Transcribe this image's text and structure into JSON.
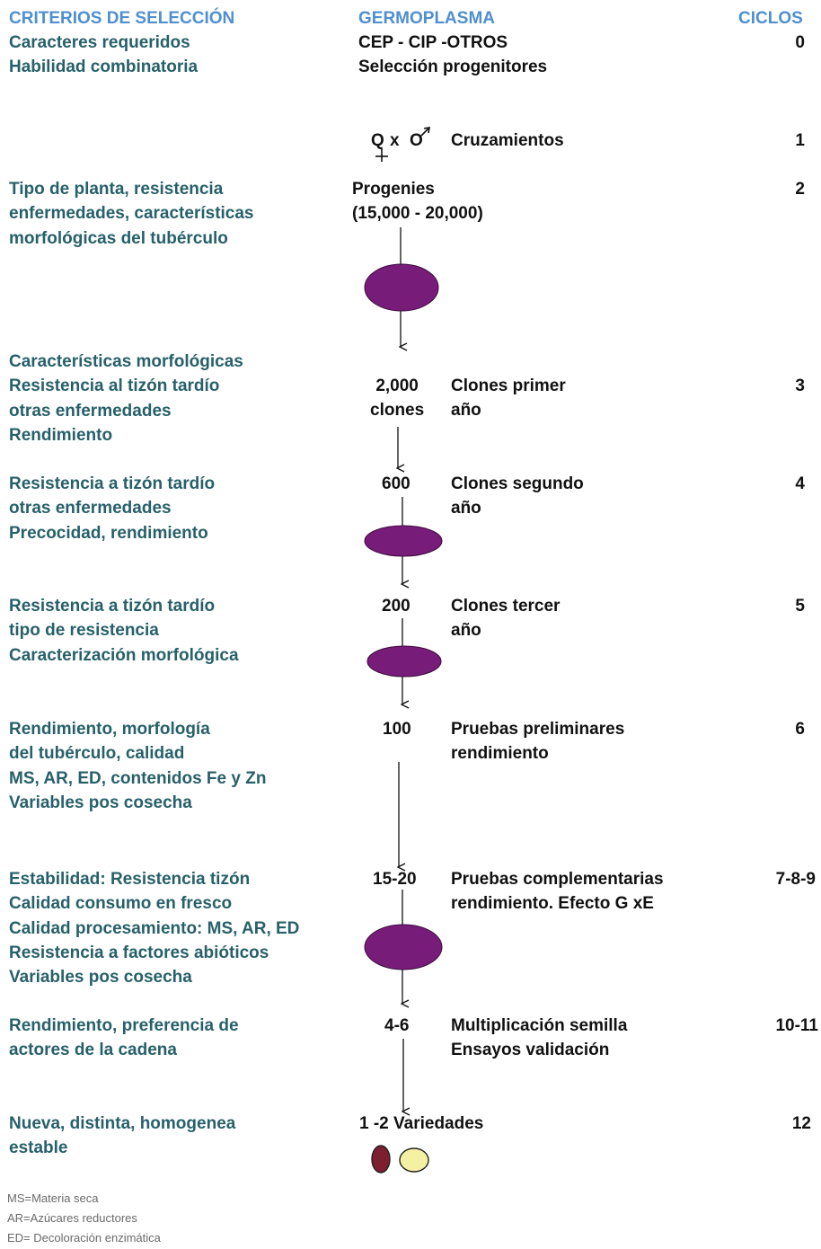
{
  "headers": {
    "criteria": "CRITERIOS DE SELECCIÓN",
    "germplasm": "GERMOPLASMA",
    "cycles": "CICLOS"
  },
  "colors": {
    "header_blue": "#4f8fcf",
    "criteria_teal": "#27606a",
    "ellipse_purple": "#781c7a",
    "text_black": "#111111",
    "variety_red": "#7e1f2f",
    "variety_yellow": "#f5f1a3"
  },
  "top": {
    "criteria": [
      "Caracteres requeridos",
      "Habilidad combinatoria"
    ],
    "germplasm": [
      "CEP - CIP -OTROS",
      "Selección progenitores"
    ],
    "cycle": "0"
  },
  "crosses": {
    "symbol_female": "Q",
    "symbol_x": "x",
    "symbol_male": "O",
    "label": "Cruzamientos",
    "cycle": "1"
  },
  "stages": [
    {
      "criteria": [
        "Tipo de planta, resistencia",
        "enfermedades, características",
        "morfológicas del tubérculo"
      ],
      "count": [
        "Progenies",
        "(15,000 - 20,000)"
      ],
      "description": [],
      "cycle": "2"
    },
    {
      "criteria": [
        "Características morfológicas",
        "Resistencia al tizón tardío",
        "otras enfermedades",
        "Rendimiento"
      ],
      "count": [
        "2,000",
        "clones"
      ],
      "description": [
        "Clones primer",
        "año"
      ],
      "cycle": "3"
    },
    {
      "criteria": [
        "Resistencia a tizón tardío",
        "otras enfermedades",
        "Precocidad, rendimiento"
      ],
      "count": [
        "600"
      ],
      "description": [
        "Clones segundo",
        "año"
      ],
      "cycle": "4"
    },
    {
      "criteria": [
        "Resistencia a tizón tardío",
        "tipo de resistencia",
        "Caracterización morfológica"
      ],
      "count": [
        "200"
      ],
      "description": [
        "Clones tercer",
        "año"
      ],
      "cycle": "5"
    },
    {
      "criteria": [
        "Rendimiento, morfología",
        "del tubérculo, calidad",
        "MS, AR, ED, contenidos Fe y Zn",
        "Variables pos cosecha"
      ],
      "count": [
        "100"
      ],
      "description": [
        "Pruebas preliminares",
        "rendimiento"
      ],
      "cycle": "6"
    },
    {
      "criteria": [
        "Estabilidad: Resistencia tizón",
        "Calidad consumo en fresco",
        "Calidad procesamiento: MS, AR, ED",
        "Resistencia a factores abióticos",
        "Variables pos cosecha"
      ],
      "count": [
        "15-20"
      ],
      "description": [
        "Pruebas complementarias",
        "rendimiento. Efecto G xE"
      ],
      "cycle": "7-8-9"
    },
    {
      "criteria": [
        "Rendimiento, preferencia de",
        "actores de la cadena"
      ],
      "count": [
        "4-6"
      ],
      "description": [
        "Multiplicación semilla",
        "Ensayos validación"
      ],
      "cycle": "10-11"
    },
    {
      "criteria": [
        "Nueva, distinta, homogenea",
        "estable"
      ],
      "count": [
        "1 -2 Variedades"
      ],
      "description": [],
      "cycle": "12"
    }
  ],
  "footnotes": [
    "MS=Materia seca",
    "AR=Azúcares reductores",
    "ED= Decoloración enzimática"
  ]
}
